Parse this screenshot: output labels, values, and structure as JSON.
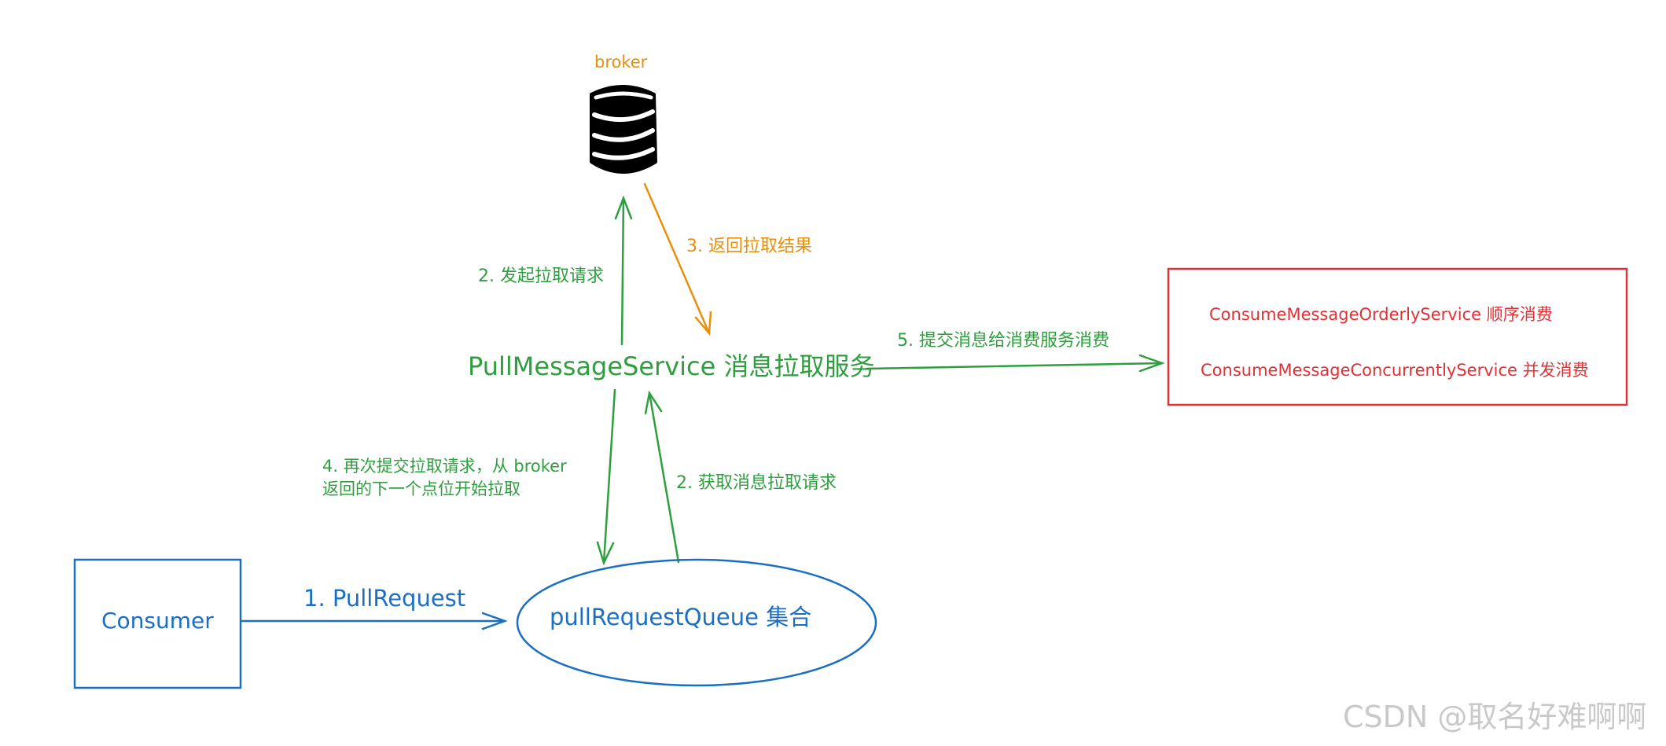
{
  "colors": {
    "green": "#2e9e3f",
    "orange": "#e8900c",
    "blue": "#1a6fc4",
    "red": "#e03236",
    "black": "#000000",
    "watermark": "#c9c9c9"
  },
  "broker": {
    "label": "broker",
    "icon": "database-icon"
  },
  "pull_service": {
    "label": "PullMessageService 消息拉取服务"
  },
  "consumer": {
    "label": "Consumer"
  },
  "queue": {
    "label": "pullRequestQueue 集合"
  },
  "consume_services": {
    "orderly": "ConsumeMessageOrderlyService 顺序消费",
    "concurrently": "ConsumeMessageConcurrentlyService 并发消费"
  },
  "edges": {
    "pull_request": "1. PullRequest",
    "send_pull_request": "2. 发起拉取请求",
    "get_pull_request": "2. 获取消息拉取请求",
    "return_result": "3. 返回拉取结果",
    "resubmit_line1": "4. 再次提交拉取请求，从 broker",
    "resubmit_line2": "返回的下一个点位开始拉取",
    "submit_consume": "5. 提交消息给消费服务消费"
  },
  "watermark": {
    "text": "CSDN @取名好难啊啊"
  }
}
